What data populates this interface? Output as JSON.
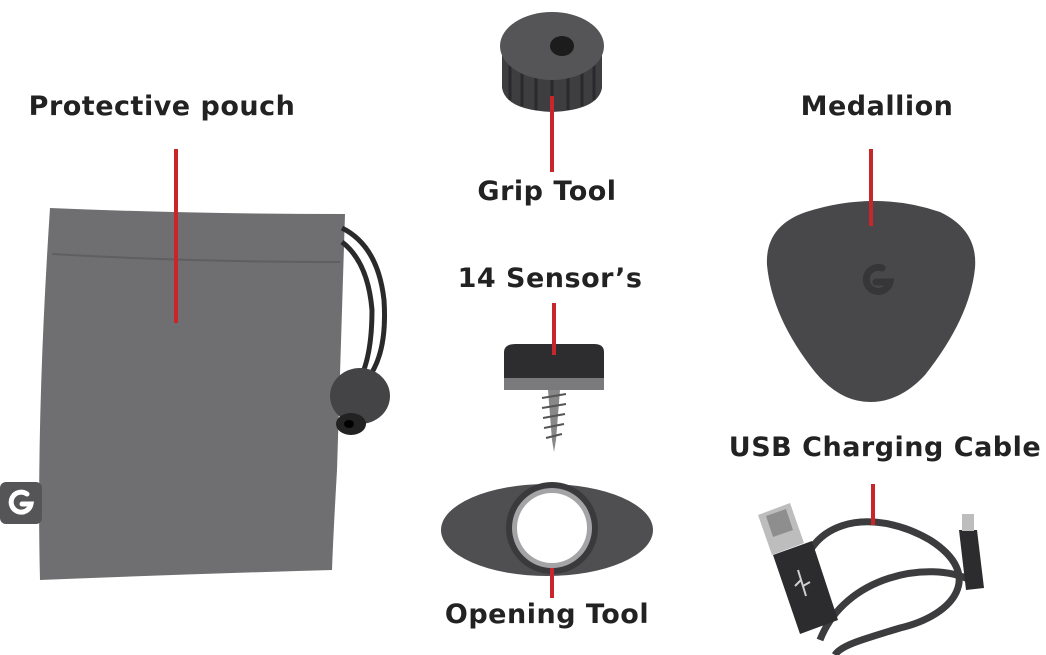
{
  "labels": {
    "pouch": "Protective pouch",
    "grip": "Grip Tool",
    "sensors": "14 Sensor’s",
    "opening": "Opening Tool",
    "medallion": "Medallion",
    "usb": "USB Charging Cable"
  },
  "colors": {
    "leader": "#c8262b",
    "pouch": "#6f6f71",
    "dark_part": "#414143",
    "text": "#222222"
  },
  "icons": {
    "brand": "brand-logo-icon",
    "usb": "usb-symbol-icon"
  }
}
